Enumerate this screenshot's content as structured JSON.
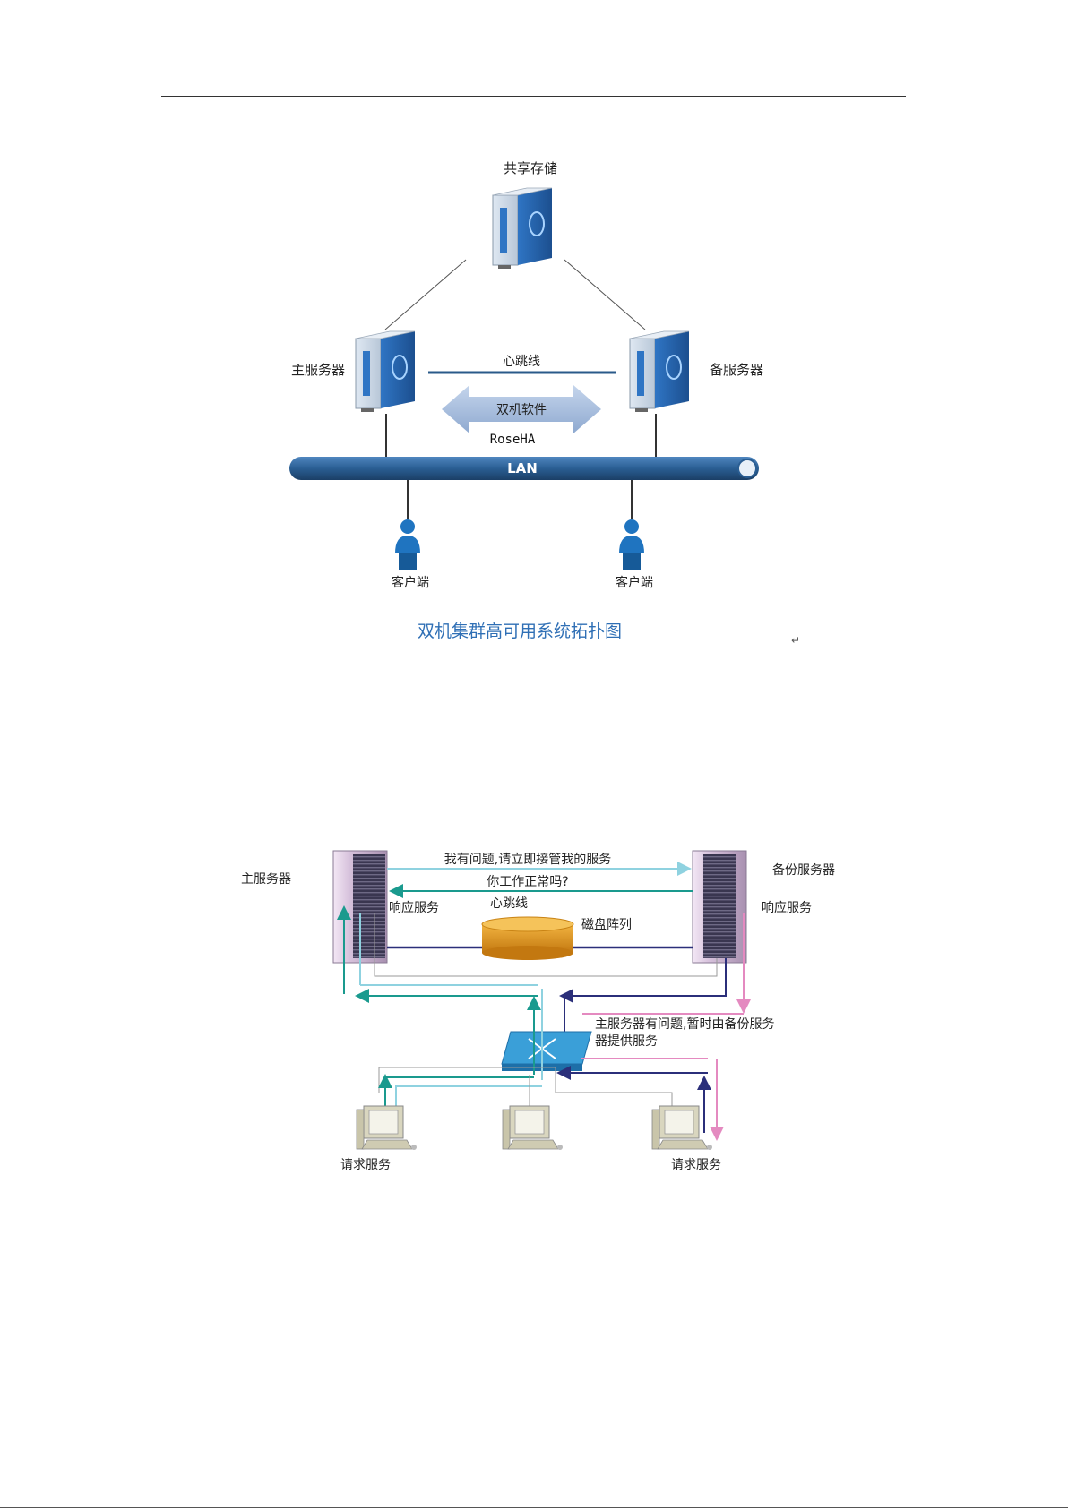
{
  "diagram1": {
    "nodes": {
      "shared_storage": "共享存储",
      "primary_server": "主服务器",
      "backup_server": "备服务器",
      "client_left": "客户端",
      "client_right": "客户端"
    },
    "heartbeat_label": "心跳线",
    "software_label": "双机软件",
    "software_name": "RoseHA",
    "lan_label": "LAN",
    "caption": "双机集群高可用系统拓扑图",
    "mark": "↵",
    "colors": {
      "caption": "#2f6fb5",
      "lan": "#2a5e93",
      "heartbeat": "#2a5a8a",
      "arrow": "#9fb6d8"
    }
  },
  "diagram2": {
    "primary_server": "主服务器",
    "backup_server": "备份服务器",
    "msg_takeover": "我有问题,请立即接管我的服务",
    "msg_check": "你工作正常吗?",
    "heartbeat_label": "心跳线",
    "respond_left": "响应服务",
    "respond_right": "响应服务",
    "disk_array": "磁盘阵列",
    "failover_line1": "主服务器有问题,暂时由备份服务",
    "failover_line2": "器提供服务",
    "request_left": "请求服务",
    "request_right": "请求服务",
    "colors": {
      "teal": "#1a9a8e",
      "navy": "#2b2f7a",
      "pink": "#e48ac0",
      "light": "#8fd2e0",
      "disk": "#e39a1e"
    }
  }
}
